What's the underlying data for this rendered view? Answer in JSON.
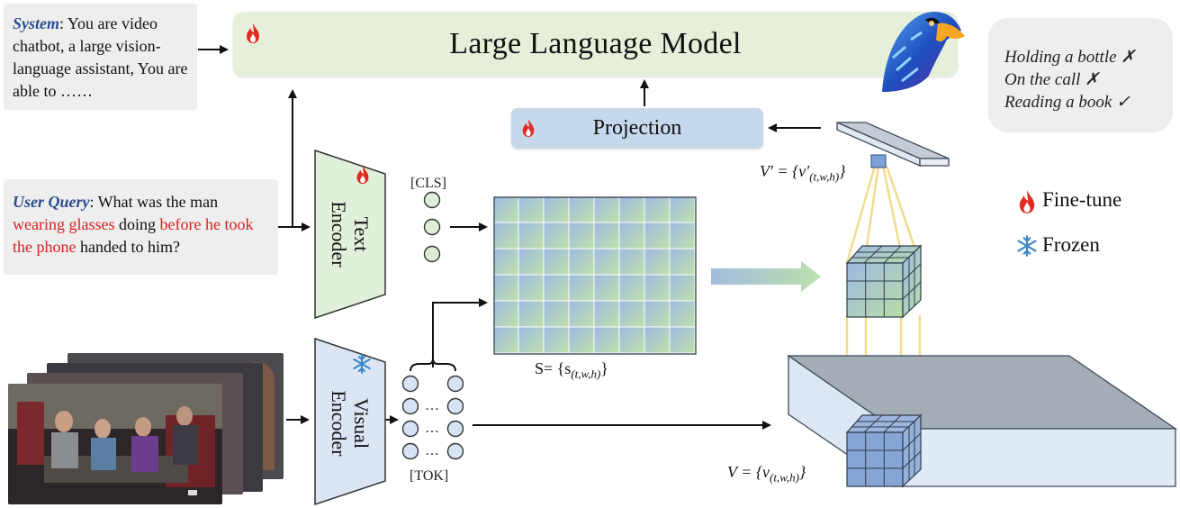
{
  "system": {
    "label": "System",
    "text": ": You are video chatbot, a large vision-language assistant, You are able to  ……"
  },
  "query": {
    "label": "User Query",
    "part1": ": What was the man ",
    "highlight1": "wearing glasses",
    "part2": " doing ",
    "highlight2": "before he took the phone",
    "part3": " handed to him?"
  },
  "llm": {
    "title": "Large  Language Model"
  },
  "projection": {
    "title": "Projection"
  },
  "answers": [
    "Holding a bottle ✗",
    "On the call ✗",
    "Reading a book ✓"
  ],
  "text_encoder": {
    "line1": "Text",
    "line2": "Encoder"
  },
  "visual_encoder": {
    "line1": "Visual",
    "line2": "Encoder"
  },
  "tokens": {
    "cls_label": "[CLS]",
    "tok_label": "[TOK]",
    "ellipsis": "…"
  },
  "formulas": {
    "similarity": "S= {s",
    "similarity_sub": "(t,w,h)",
    "v_prime": "V′ = {v′",
    "v_prime_sub": "(t,w,h)",
    "v": "V = {v",
    "v_sub": "(t,w,h)",
    "close": "}"
  },
  "legend": {
    "finetune": "Fine-tune",
    "frozen": "Frozen"
  },
  "colors": {
    "llm_fill": "#e6efd9",
    "projection_fill": "#c5d8ec",
    "text_encoder_fill": "#e1f0da",
    "visual_encoder_fill": "#dbe5f4",
    "highlight_red": "#d82020",
    "label_blue": "#2a4f8c",
    "connector_yellow": "#f1dc8e"
  },
  "icons": {
    "finetune": "flame-icon",
    "frozen": "snowflake-icon",
    "mascot": "eagle-mascot-icon"
  }
}
